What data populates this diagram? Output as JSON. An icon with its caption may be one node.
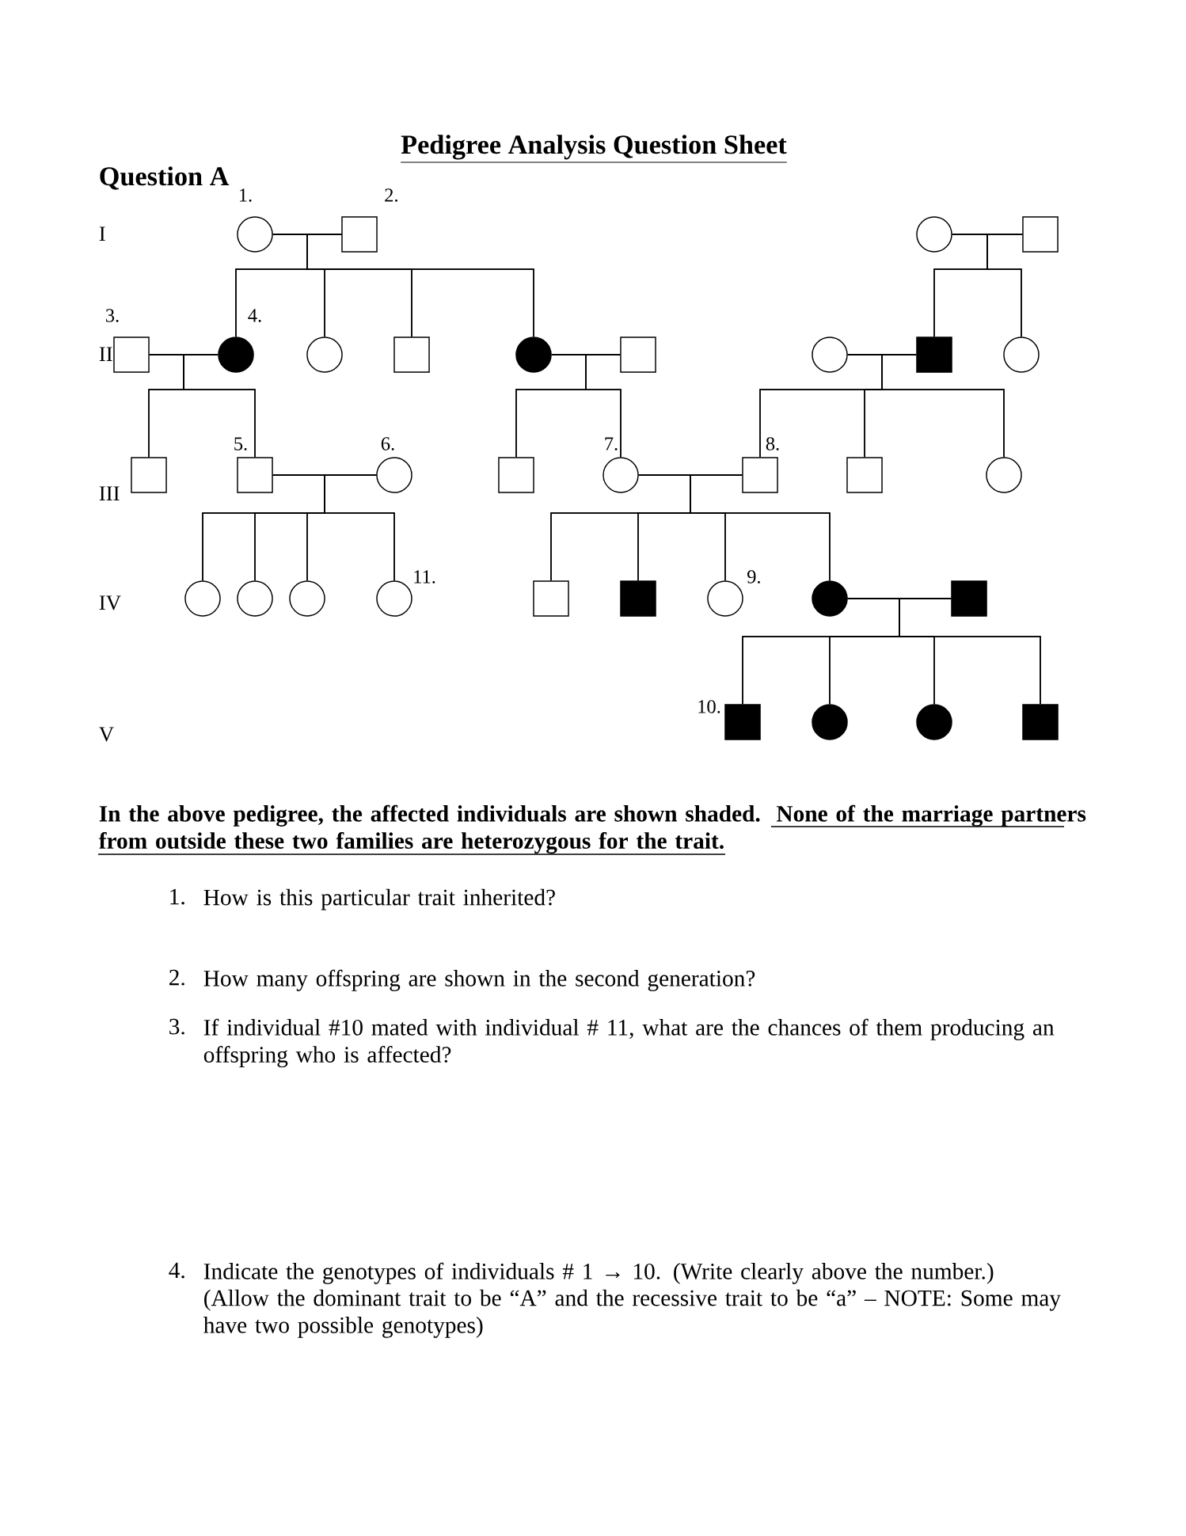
{
  "diagram": {
    "title": "Pedigree Analysis Question Sheet",
    "nodes": [
      {
        "text": [],
        "shape": "circle",
        "beside": [
          "1."
        ]
      },
      {
        "text": [],
        "shape": "box",
        "beside": [
          "2."
        ]
      },
      {
        "text": [],
        "shape": "circle"
      },
      {
        "text": [],
        "shape": "box"
      },
      {
        "text": [],
        "shape": "box",
        "beside": [
          "3."
        ]
      },
      {
        "text": [],
        "shape": "disc",
        "beside": [
          "4."
        ]
      },
      {
        "text": [],
        "shape": "circle"
      },
      {
        "text": [],
        "shape": "box"
      },
      {
        "text": [],
        "shape": "disc"
      },
      {
        "text": [],
        "shape": "box"
      },
      {
        "text": [],
        "shape": "circle"
      },
      {
        "text": [],
        "shape": "block"
      },
      {
        "text": [],
        "shape": "circle"
      },
      {
        "text": [],
        "shape": "box"
      },
      {
        "text": [],
        "shape": "box",
        "beside": [
          "5."
        ]
      },
      {
        "text": [],
        "shape": "circle",
        "beside": [
          "6."
        ]
      },
      {
        "text": [],
        "shape": "box"
      },
      {
        "text": [],
        "shape": "circle",
        "beside": [
          "7."
        ]
      },
      {
        "text": [],
        "shape": "box",
        "beside": [
          "8."
        ]
      },
      {
        "text": [],
        "shape": "box"
      },
      {
        "text": [],
        "shape": "circle"
      },
      {
        "text": [],
        "shape": "circle"
      },
      {
        "text": [],
        "shape": "circle"
      },
      {
        "text": [],
        "shape": "circle"
      },
      {
        "text": [],
        "shape": "circle",
        "beside": [
          "11."
        ]
      },
      {
        "text": [],
        "shape": "box"
      },
      {
        "text": [],
        "shape": "block"
      },
      {
        "text": [],
        "shape": "circle",
        "beside": [
          "9."
        ]
      },
      {
        "text": [],
        "shape": "disc"
      },
      {
        "text": [],
        "shape": "block"
      },
      {
        "text": [],
        "shape": "block",
        "beside": [
          "10."
        ]
      },
      {
        "text": [],
        "shape": "disc"
      },
      {
        "text": [],
        "shape": "disc"
      },
      {
        "text": [],
        "shape": "block"
      }
    ],
    "edges": [
      {
        "from": 0,
        "to": 1,
        "arrow": "none"
      },
      {
        "from": 2,
        "to": 3,
        "arrow": "none"
      },
      {
        "from": 4,
        "to": 5,
        "arrow": "none"
      },
      {
        "from": 8,
        "to": 9,
        "arrow": "none"
      },
      {
        "from": 10,
        "to": 11,
        "arrow": "none"
      },
      {
        "from": 14,
        "to": 15,
        "arrow": "none"
      },
      {
        "from": 17,
        "to": 18,
        "arrow": "none"
      },
      {
        "from": 28,
        "to": 29,
        "arrow": "none"
      },
      {
        "from": 0,
        "to": 5,
        "arrow": "none"
      },
      {
        "from": 1,
        "to": 5,
        "arrow": "none"
      },
      {
        "from": 0,
        "to": 6,
        "arrow": "none"
      },
      {
        "from": 1,
        "to": 6,
        "arrow": "none"
      },
      {
        "from": 0,
        "to": 7,
        "arrow": "none"
      },
      {
        "from": 1,
        "to": 7,
        "arrow": "none"
      },
      {
        "from": 0,
        "to": 8,
        "arrow": "none"
      },
      {
        "from": 1,
        "to": 8,
        "arrow": "none"
      },
      {
        "from": 2,
        "to": 11,
        "arrow": "none"
      },
      {
        "from": 3,
        "to": 11,
        "arrow": "none"
      },
      {
        "from": 2,
        "to": 12,
        "arrow": "none"
      },
      {
        "from": 3,
        "to": 12,
        "arrow": "none"
      },
      {
        "from": 4,
        "to": 13,
        "arrow": "none"
      },
      {
        "from": 5,
        "to": 13,
        "arrow": "none"
      },
      {
        "from": 4,
        "to": 14,
        "arrow": "none"
      },
      {
        "from": 5,
        "to": 14,
        "arrow": "none"
      },
      {
        "from": 8,
        "to": 16,
        "arrow": "none"
      },
      {
        "from": 9,
        "to": 16,
        "arrow": "none"
      },
      {
        "from": 8,
        "to": 17,
        "arrow": "none"
      },
      {
        "from": 9,
        "to": 17,
        "arrow": "none"
      },
      {
        "from": 10,
        "to": 18,
        "arrow": "none"
      },
      {
        "from": 11,
        "to": 18,
        "arrow": "none"
      },
      {
        "from": 10,
        "to": 19,
        "arrow": "none"
      },
      {
        "from": 11,
        "to": 19,
        "arrow": "none"
      },
      {
        "from": 10,
        "to": 20,
        "arrow": "none"
      },
      {
        "from": 11,
        "to": 20,
        "arrow": "none"
      },
      {
        "from": 14,
        "to": 21,
        "arrow": "none"
      },
      {
        "from": 15,
        "to": 21,
        "arrow": "none"
      },
      {
        "from": 14,
        "to": 22,
        "arrow": "none"
      },
      {
        "from": 15,
        "to": 22,
        "arrow": "none"
      },
      {
        "from": 14,
        "to": 23,
        "arrow": "none"
      },
      {
        "from": 15,
        "to": 23,
        "arrow": "none"
      },
      {
        "from": 14,
        "to": 24,
        "arrow": "none"
      },
      {
        "from": 15,
        "to": 24,
        "arrow": "none"
      },
      {
        "from": 17,
        "to": 25,
        "arrow": "none"
      },
      {
        "from": 18,
        "to": 25,
        "arrow": "none"
      },
      {
        "from": 17,
        "to": 26,
        "arrow": "none"
      },
      {
        "from": 18,
        "to": 26,
        "arrow": "none"
      },
      {
        "from": 17,
        "to": 27,
        "arrow": "none"
      },
      {
        "from": 18,
        "to": 27,
        "arrow": "none"
      },
      {
        "from": 17,
        "to": 28,
        "arrow": "none"
      },
      {
        "from": 18,
        "to": 28,
        "arrow": "none"
      },
      {
        "from": 28,
        "to": 30,
        "arrow": "none"
      },
      {
        "from": 29,
        "to": 30,
        "arrow": "none"
      },
      {
        "from": 28,
        "to": 31,
        "arrow": "none"
      },
      {
        "from": 29,
        "to": 31,
        "arrow": "none"
      },
      {
        "from": 28,
        "to": 32,
        "arrow": "none"
      },
      {
        "from": 29,
        "to": 32,
        "arrow": "none"
      },
      {
        "from": 28,
        "to": 33,
        "arrow": "none"
      },
      {
        "from": 29,
        "to": 33,
        "arrow": "none"
      }
    ],
    "labels": [
      "Question A",
      "I",
      "II",
      "III",
      "IV",
      "V",
      "In the above pedigree, the affected individuals are shown shaded.",
      "None of the marriage partners from outside these two families are heterozygous for the trait.",
      "1.",
      "How is this particular trait inherited?",
      "2.",
      "How many offspring are shown in the second generation?",
      "3.",
      "If individual #10 mated with individual # 11, what are the chances of them producing an offspring who is affected?",
      "4.",
      "Indicate the genotypes of individuals # 1 → 10.  (Write clearly above the number.)",
      "(Allow the dominant trait to be “A” and the recessive trait to be “a” – NOTE: Some may have two possible genotypes)"
    ]
  }
}
